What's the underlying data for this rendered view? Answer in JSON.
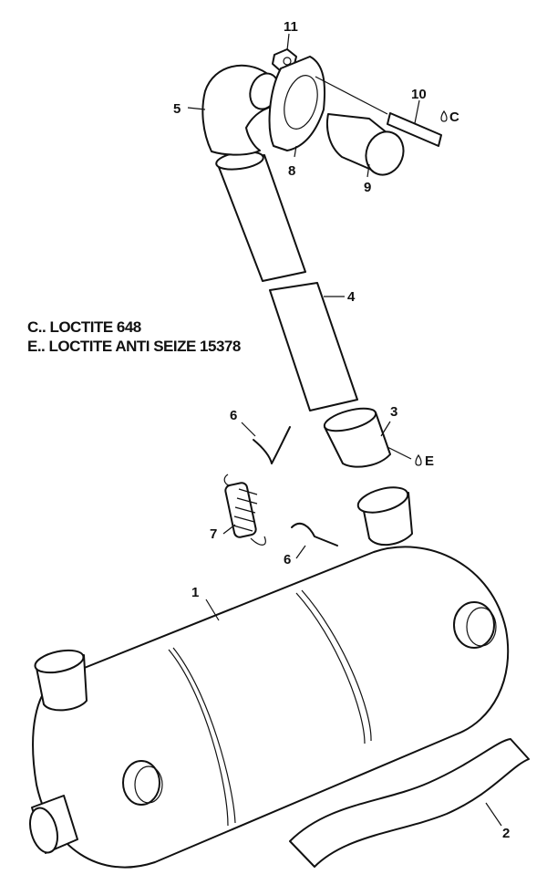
{
  "legend": [
    {
      "code": "C",
      "text": "C.. LOCTITE 648"
    },
    {
      "code": "E",
      "text": "E.. LOCTITE ANTI SEIZE 15378"
    }
  ],
  "callouts": {
    "part1": "1",
    "part2": "2",
    "part3": "3",
    "part4": "4",
    "part5": "5",
    "part6a": "6",
    "part6b": "6",
    "part7": "7",
    "part8": "8",
    "part9": "9",
    "part10": "10",
    "part11": "11",
    "sealant_c": "C",
    "sealant_e": "E"
  }
}
